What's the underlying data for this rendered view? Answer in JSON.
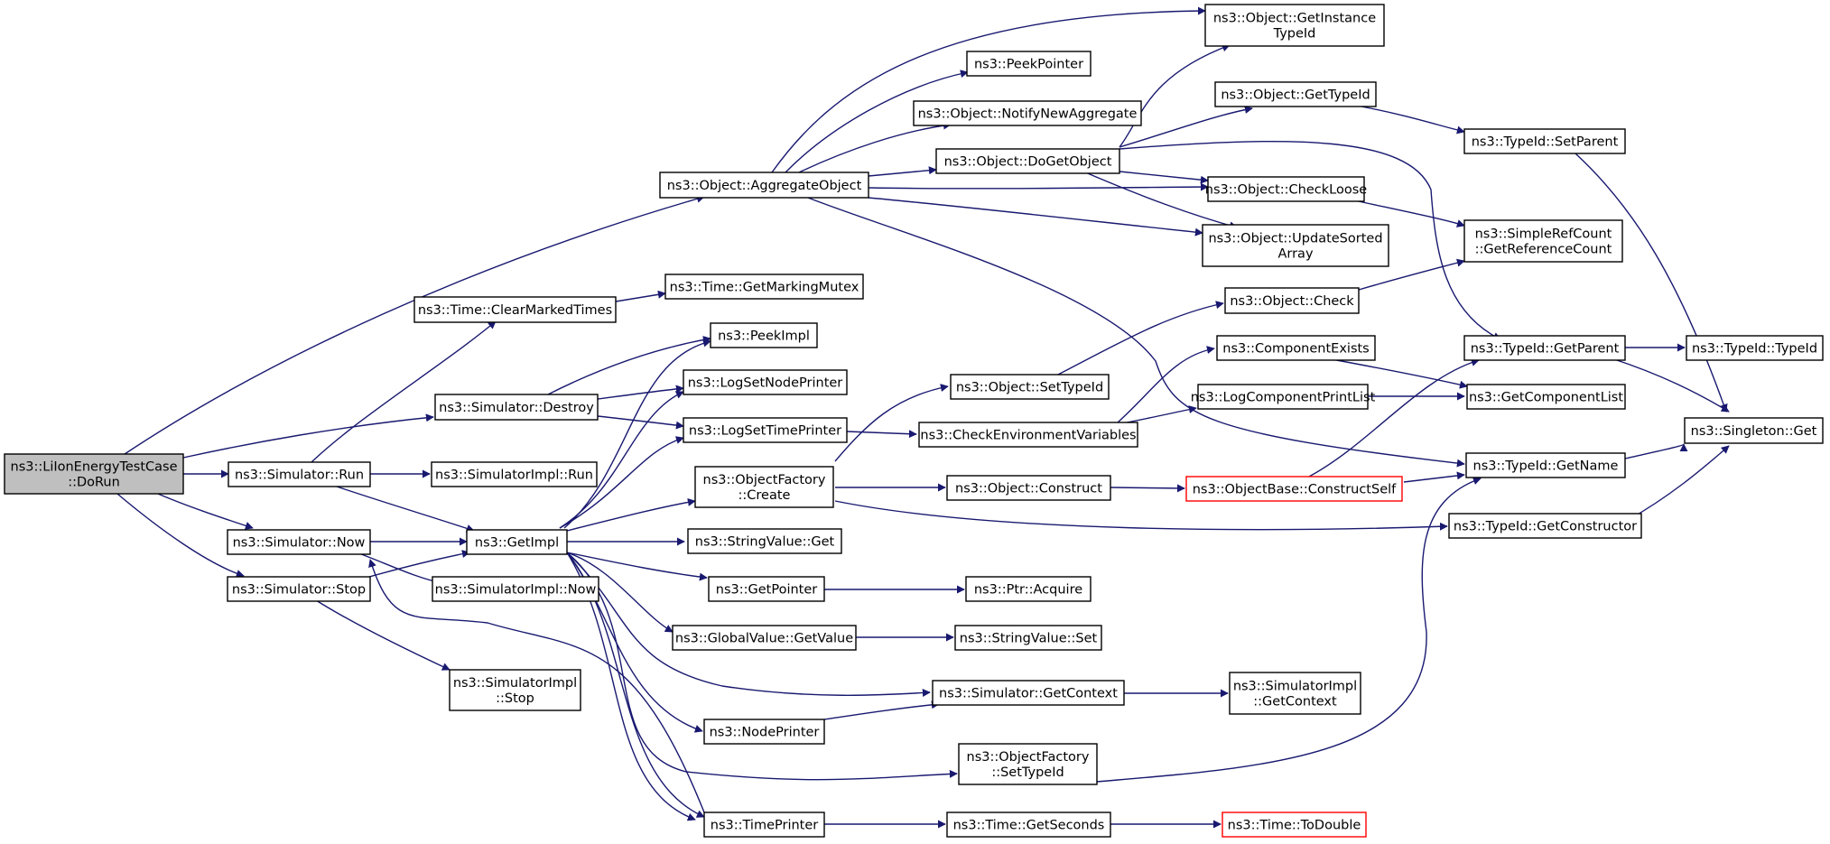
{
  "colors": {
    "edge": "#191970",
    "node_border": "#000000",
    "root_fill": "#bfbfbf",
    "truncated_border": "#ff0000"
  },
  "nodes": {
    "root": [
      "ns3::LiIonEnergyTestCase",
      "::DoRun"
    ],
    "getInstanceTypeId": [
      "ns3::Object::GetInstance",
      "TypeId"
    ],
    "peekPointer": [
      "ns3::PeekPointer"
    ],
    "notifyNewAggregate": [
      "ns3::Object::NotifyNewAggregate"
    ],
    "objGetTypeId": [
      "ns3::Object::GetTypeId"
    ],
    "doGetObject": [
      "ns3::Object::DoGetObject"
    ],
    "aggregateObject": [
      "ns3::Object::AggregateObject"
    ],
    "checkLoose": [
      "ns3::Object::CheckLoose"
    ],
    "updateSortedArray": [
      "ns3::Object::UpdateSorted",
      "Array"
    ],
    "typeIdSetParent": [
      "ns3::TypeId::SetParent"
    ],
    "getReferenceCount": [
      "ns3::SimpleRefCount",
      "::GetReferenceCount"
    ],
    "getMarkingMutex": [
      "ns3::Time::GetMarkingMutex"
    ],
    "clearMarkedTimes": [
      "ns3::Time::ClearMarkedTimes"
    ],
    "objectCheck": [
      "ns3::Object::Check"
    ],
    "peekImpl": [
      "ns3::PeekImpl"
    ],
    "componentExists": [
      "ns3::ComponentExists"
    ],
    "typeIdGetParent": [
      "ns3::TypeId::GetParent"
    ],
    "typeIdTypeId": [
      "ns3::TypeId::TypeId"
    ],
    "logSetNodePrinter": [
      "ns3::LogSetNodePrinter"
    ],
    "objSetTypeId": [
      "ns3::Object::SetTypeId"
    ],
    "simDestroy": [
      "ns3::Simulator::Destroy"
    ],
    "logComponentPrintList": [
      "ns3::LogComponentPrintList"
    ],
    "getComponentList": [
      "ns3::GetComponentList"
    ],
    "logSetTimePrinter": [
      "ns3::LogSetTimePrinter"
    ],
    "checkEnvVars": [
      "ns3::CheckEnvironmentVariables"
    ],
    "singletonGet": [
      "ns3::Singleton::Get"
    ],
    "simRun": [
      "ns3::Simulator::Run"
    ],
    "simImplRun": [
      "ns3::SimulatorImpl::Run"
    ],
    "objFactoryCreate": [
      "ns3::ObjectFactory",
      "::Create"
    ],
    "typeIdGetName": [
      "ns3::TypeId::GetName"
    ],
    "objConstruct": [
      "ns3::Object::Construct"
    ],
    "constructSelf": [
      "ns3::ObjectBase::ConstructSelf"
    ],
    "typeIdGetConstructor": [
      "ns3::TypeId::GetConstructor"
    ],
    "simNow": [
      "ns3::Simulator::Now"
    ],
    "getImpl": [
      "ns3::GetImpl"
    ],
    "stringValueGet": [
      "ns3::StringValue::Get"
    ],
    "simStop": [
      "ns3::Simulator::Stop"
    ],
    "simImplNow": [
      "ns3::SimulatorImpl::Now"
    ],
    "getPointer": [
      "ns3::GetPointer"
    ],
    "ptrAcquire": [
      "ns3::Ptr::Acquire"
    ],
    "globalValueGetValue": [
      "ns3::GlobalValue::GetValue"
    ],
    "stringValueSet": [
      "ns3::StringValue::Set"
    ],
    "simImplStop": [
      "ns3::SimulatorImpl",
      "::Stop"
    ],
    "simGetContext": [
      "ns3::Simulator::GetContext"
    ],
    "simImplGetContext": [
      "ns3::SimulatorImpl",
      "::GetContext"
    ],
    "nodePrinter": [
      "ns3::NodePrinter"
    ],
    "objFactorySetTypeId": [
      "ns3::ObjectFactory",
      "::SetTypeId"
    ],
    "timePrinter": [
      "ns3::TimePrinter"
    ],
    "timeGetSeconds": [
      "ns3::Time::GetSeconds"
    ],
    "timeToDouble": [
      "ns3::Time::ToDouble"
    ]
  }
}
